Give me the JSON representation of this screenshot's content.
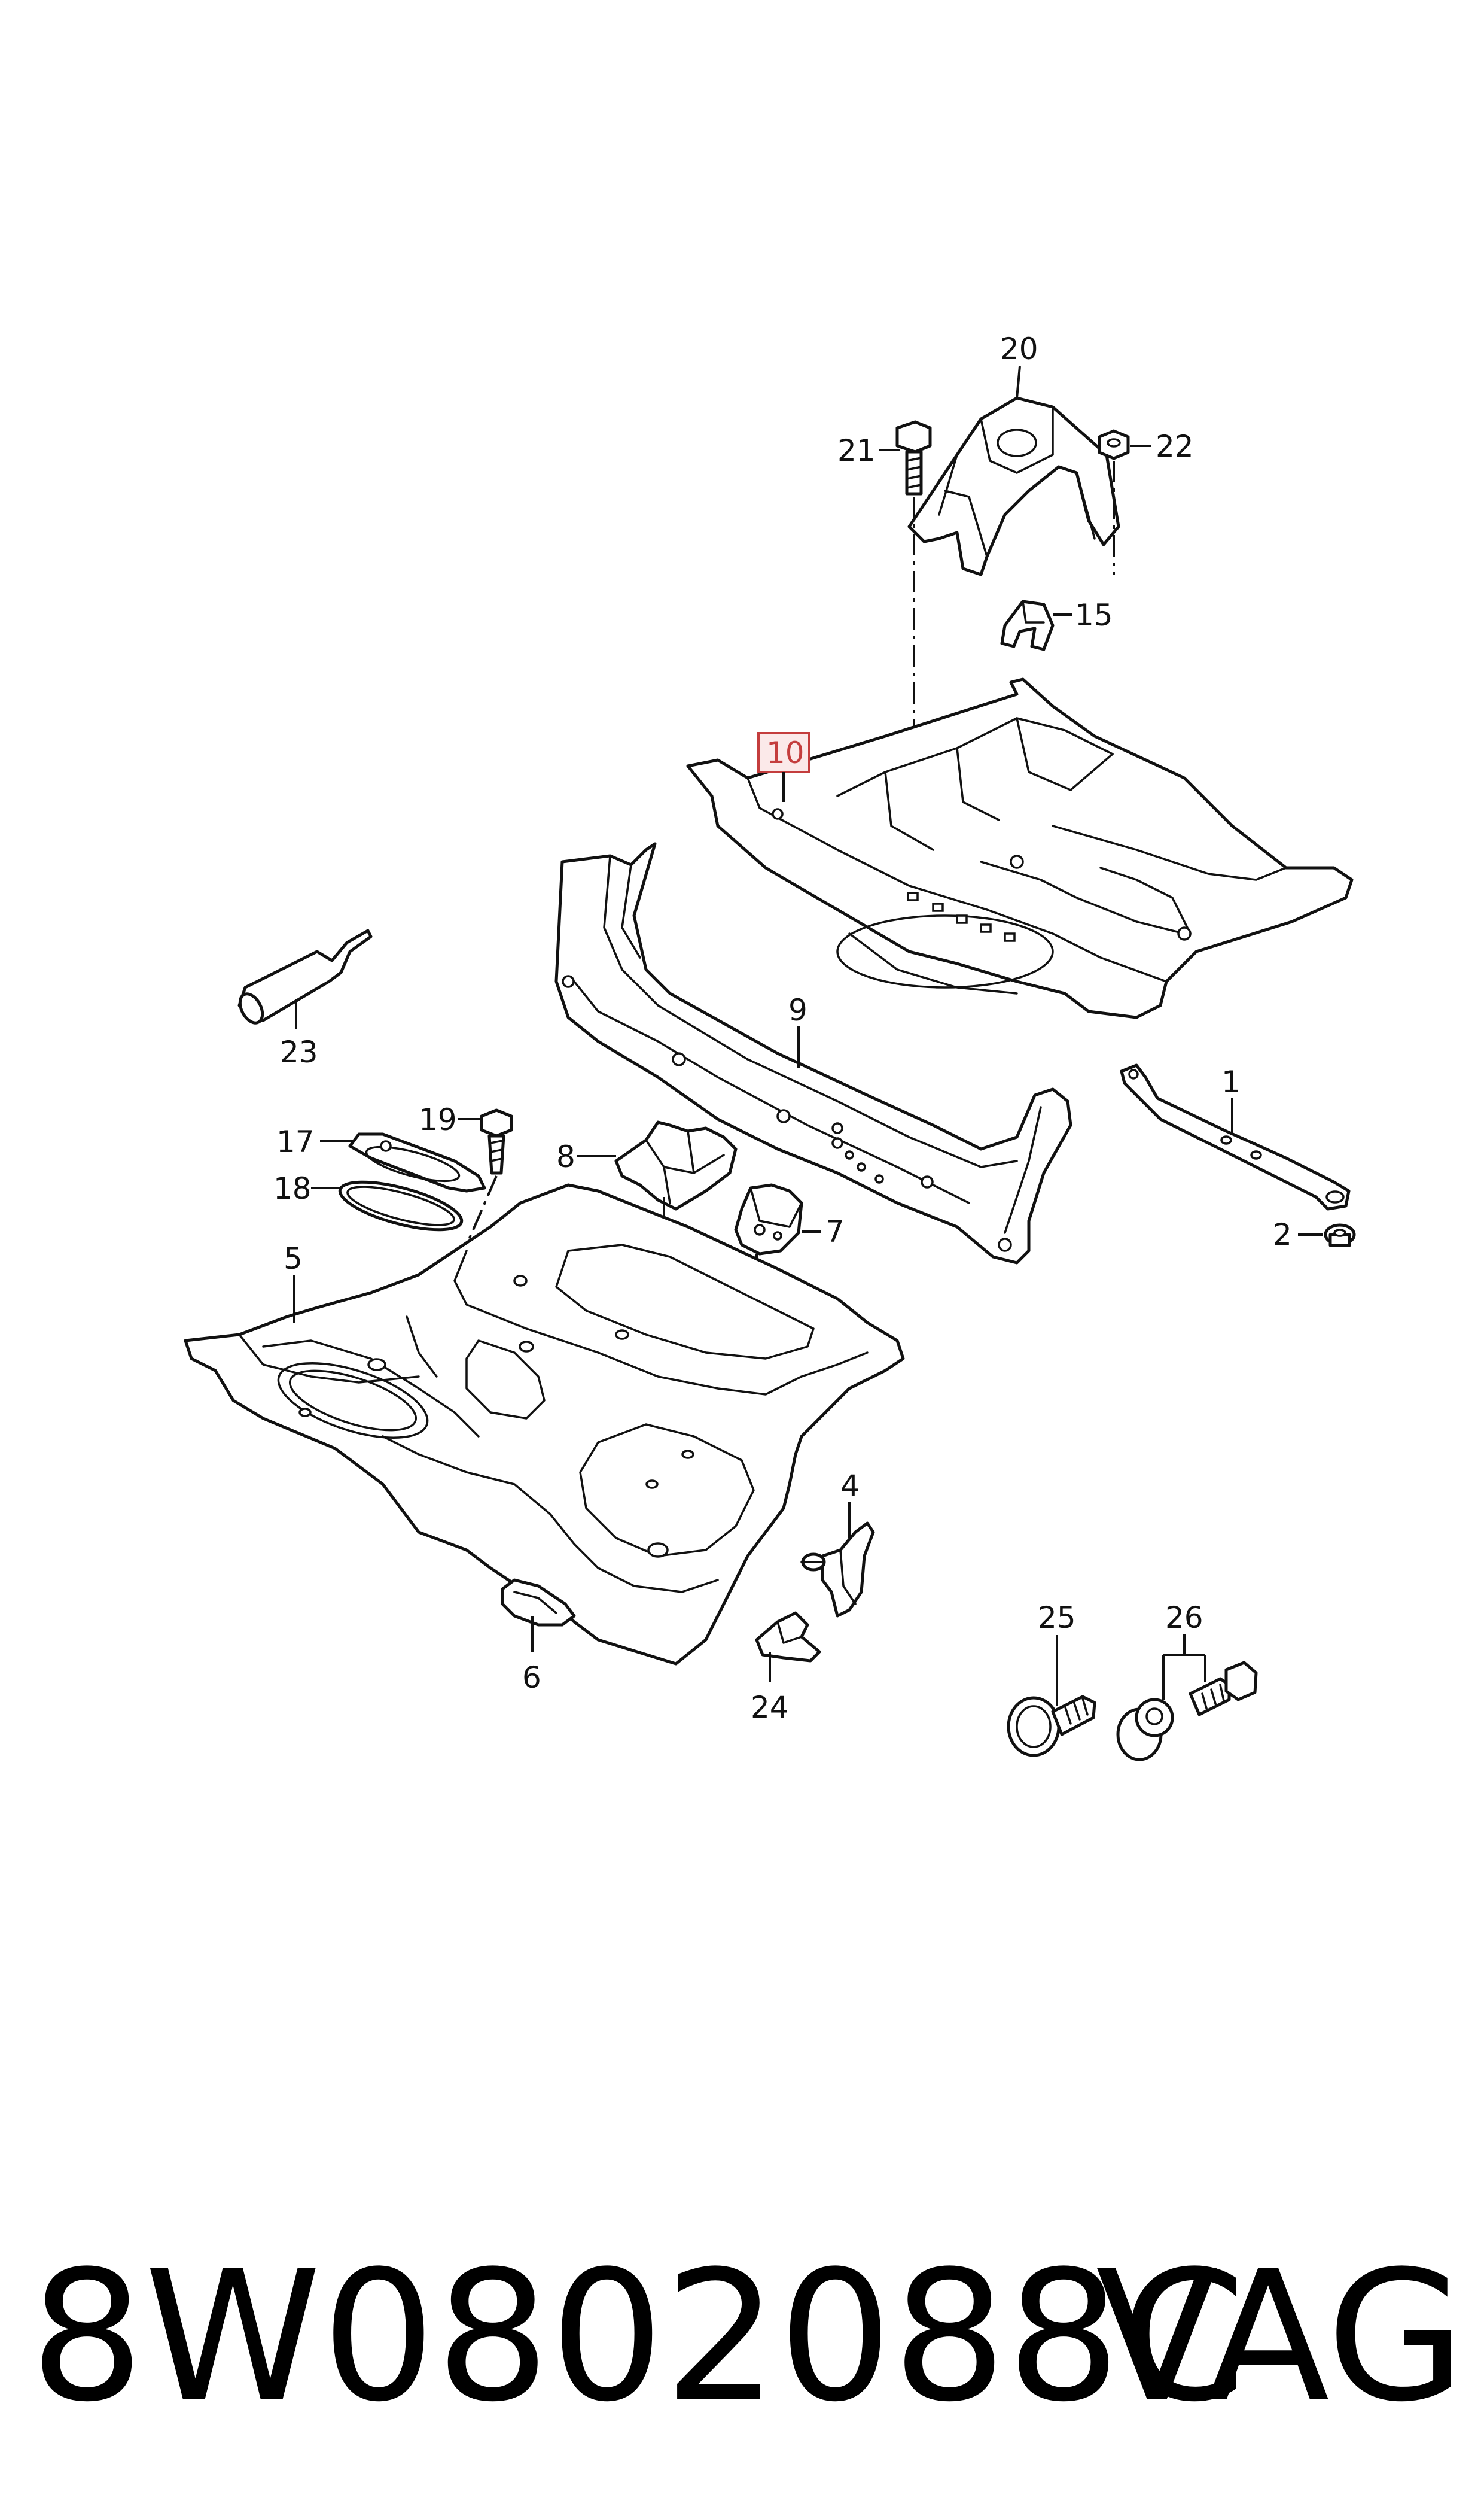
{
  "diagram": {
    "callouts": {
      "c1": "1",
      "c2": "2",
      "c4": "4",
      "c5": "5",
      "c6": "6",
      "c7": "7",
      "c8": "8",
      "c9": "9",
      "c10": "10",
      "c15": "15",
      "c17": "17",
      "c18": "18",
      "c19": "19",
      "c20": "20",
      "c21": "21",
      "c22": "22",
      "c23": "23",
      "c24": "24",
      "c25": "25",
      "c26": "26"
    },
    "highlight_color": "#c43d3d",
    "line_color": "#111111"
  },
  "footer": {
    "part_number": "8W0802088C",
    "brand": "VAG"
  }
}
